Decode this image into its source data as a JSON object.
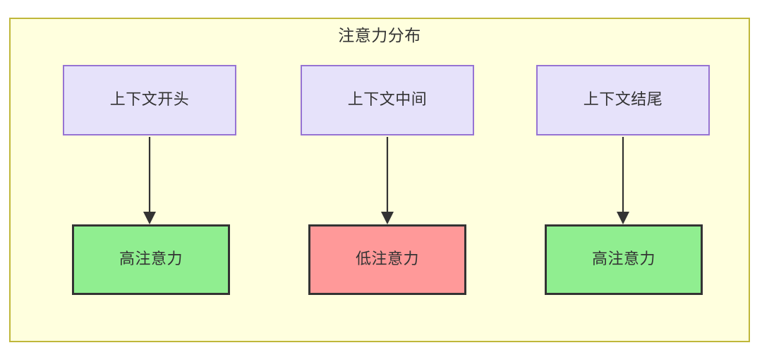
{
  "diagram": {
    "type": "flowchart",
    "direction": "top-down",
    "title": "注意力分布",
    "container": {
      "label": "注意力分布",
      "fill_color": "#ffffde",
      "border_color": "#bfb73a"
    },
    "nodes": [
      {
        "id": "ctx-start",
        "label": "上下文开头",
        "row": "context",
        "column": 1,
        "fill_color": "#e6e2fa",
        "border_color": "#9673d3",
        "text_color": "#333333"
      },
      {
        "id": "ctx-middle",
        "label": "上下文中间",
        "row": "context",
        "column": 2,
        "fill_color": "#e6e2fa",
        "border_color": "#9673d3",
        "text_color": "#333333"
      },
      {
        "id": "ctx-end",
        "label": "上下文结尾",
        "row": "context",
        "column": 3,
        "fill_color": "#e6e2fa",
        "border_color": "#9673d3",
        "text_color": "#333333"
      },
      {
        "id": "attn-high-start",
        "label": "高注意力",
        "row": "outcome",
        "column": 1,
        "fill_color": "#90ee90",
        "border_color": "#333333",
        "text_color": "#333333"
      },
      {
        "id": "attn-low-middle",
        "label": "低注意力",
        "row": "outcome",
        "column": 2,
        "fill_color": "#ff9999",
        "border_color": "#333333",
        "text_color": "#333333"
      },
      {
        "id": "attn-high-end",
        "label": "高注意力",
        "row": "outcome",
        "column": 3,
        "fill_color": "#90ee90",
        "border_color": "#333333",
        "text_color": "#333333"
      }
    ],
    "edges": [
      {
        "from": "ctx-start",
        "to": "attn-high-start",
        "label": "",
        "style": "solid-arrow"
      },
      {
        "from": "ctx-middle",
        "to": "attn-low-middle",
        "label": "",
        "style": "solid-arrow"
      },
      {
        "from": "ctx-end",
        "to": "attn-high-end",
        "label": "",
        "style": "solid-arrow"
      }
    ]
  }
}
